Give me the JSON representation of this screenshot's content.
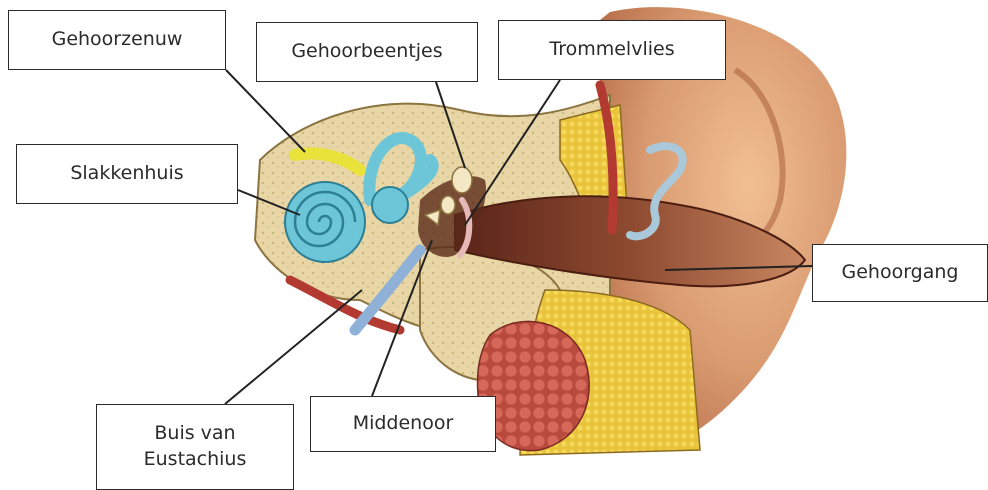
{
  "labels": {
    "gehoorzenuw": "Gehoorzenuw",
    "gehoorbeentjes": "Gehoorbeentjes",
    "trommelvlies": "Trommelvlies",
    "slakkenhuis": "Slakkenhuis",
    "gehoorgang": "Gehoorgang",
    "middenoor": "Middenoor",
    "buis_van_eustachius": "Buis van\nEustachius"
  },
  "colors": {
    "skin": "#d99a70",
    "bone": "#e6d3a0",
    "cochlea": "#6cc6d8",
    "canal": "#7a3a26",
    "fat": "#e8c53a",
    "gland": "#c85a4c",
    "nerve": "#e9e23a",
    "leader": "#222222"
  }
}
